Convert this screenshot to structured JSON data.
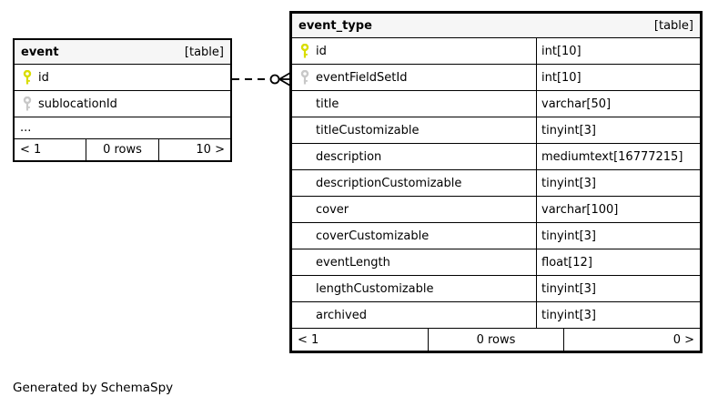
{
  "footer_note": "Generated by SchemaSpy",
  "colors": {
    "header_bg": "#f6f6f6",
    "border": "#000000",
    "primary_key": "#d9dd00",
    "foreign_key": "#c8c8c8"
  },
  "tables": [
    {
      "name": "event",
      "badge": "[table]",
      "columns": [
        {
          "name": "id",
          "key": "primary"
        },
        {
          "name": "sublocationId",
          "key": "foreign"
        },
        {
          "name": "...",
          "key": "ellipsis"
        }
      ],
      "footer": {
        "prev": "< 1",
        "rows": "0 rows",
        "next": "10 >"
      }
    },
    {
      "name": "event_type",
      "badge": "[table]",
      "columns": [
        {
          "name": "id",
          "type": "int[10]",
          "key": "primary"
        },
        {
          "name": "eventFieldSetId",
          "type": "int[10]",
          "key": "foreign"
        },
        {
          "name": "title",
          "type": "varchar[50]",
          "key": "none"
        },
        {
          "name": "titleCustomizable",
          "type": "tinyint[3]",
          "key": "none"
        },
        {
          "name": "description",
          "type": "mediumtext[16777215]",
          "key": "none"
        },
        {
          "name": "descriptionCustomizable",
          "type": "tinyint[3]",
          "key": "none"
        },
        {
          "name": "cover",
          "type": "varchar[100]",
          "key": "none"
        },
        {
          "name": "coverCustomizable",
          "type": "tinyint[3]",
          "key": "none"
        },
        {
          "name": "eventLength",
          "type": "float[12]",
          "key": "none"
        },
        {
          "name": "lengthCustomizable",
          "type": "tinyint[3]",
          "key": "none"
        },
        {
          "name": "archived",
          "type": "tinyint[3]",
          "key": "none"
        }
      ],
      "footer": {
        "prev": "< 1",
        "rows": "0 rows",
        "next": "0 >"
      }
    }
  ],
  "relationship": {
    "from_table": "event",
    "to_table": "event_type",
    "line_style": "dashed",
    "terminator": "zero-or-many crow's foot"
  }
}
